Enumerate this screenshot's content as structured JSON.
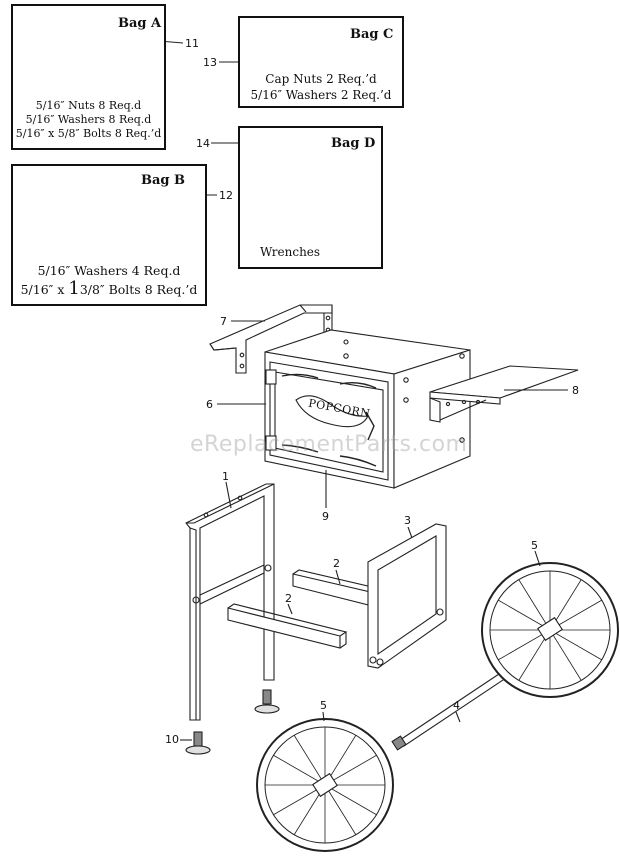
{
  "bags": {
    "a": {
      "title": "Bag A",
      "lines": [
        "5/16″ Nuts  8 Req.d",
        "5/16″ Washers  8 Req.d",
        "5/16″ x 5/8″ Bolts 8 Req.’d"
      ]
    },
    "b": {
      "title": "Bag B",
      "line1": "5/16″ Washers  4 Req.d",
      "line2_pre": "5/16″ x ",
      "line2_big": "1",
      "line2_post": "3/8″ Bolts 8 Req.’d"
    },
    "c": {
      "title": "Bag C",
      "lines": [
        "Cap Nuts  2 Req.’d",
        "5/16″ Washers  2 Req.’d"
      ]
    },
    "d": {
      "title": "Bag D",
      "label": "Wrenches"
    }
  },
  "cabinet": {
    "door_label": "POPCORN"
  },
  "watermark": "eReplacementParts.com",
  "callouts": {
    "n1": "1",
    "n2a": "2",
    "n2b": "2",
    "n3": "3",
    "n4": "4",
    "n5a": "5",
    "n5b": "5",
    "n6": "6",
    "n7": "7",
    "n8": "8",
    "n9": "9",
    "n10": "10",
    "n11": "11",
    "n12": "12",
    "n13": "13",
    "n14": "14"
  }
}
